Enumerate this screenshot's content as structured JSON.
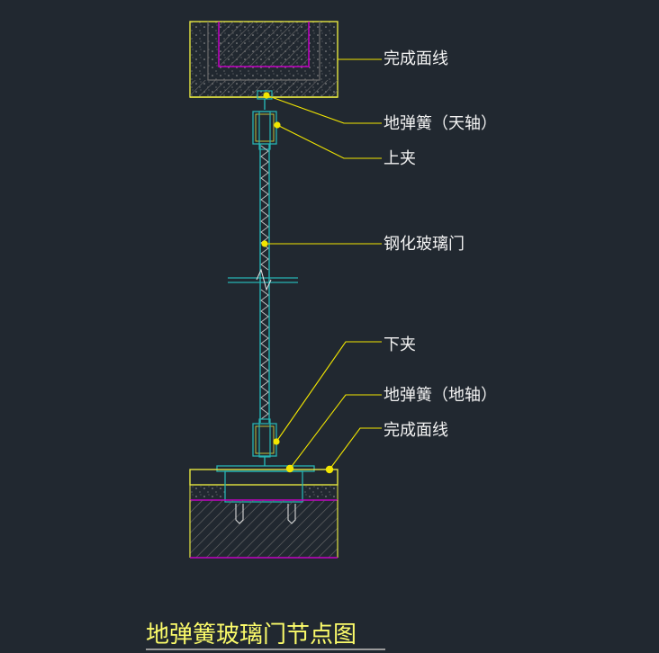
{
  "labels": {
    "finish_line_top": "完成面线",
    "floor_spring_top_pivot": "地弹簧（天轴）",
    "upper_clamp": "上夹",
    "tempered_glass_door": "钢化玻璃门",
    "lower_clamp": "下夹",
    "floor_spring_floor_pivot": "地弹簧（地轴）",
    "finish_line_bottom": "完成面线"
  },
  "title": "地弹簧玻璃门节点图",
  "colors": {
    "background": "#212830",
    "outline_yellow": "#e6e640",
    "leader_yellow": "#f2e600",
    "magenta": "#c400c4",
    "cyan": "#27b3b3",
    "hatch": "#707070",
    "label": "#f2f2f2",
    "title": "#fbfb6a"
  }
}
